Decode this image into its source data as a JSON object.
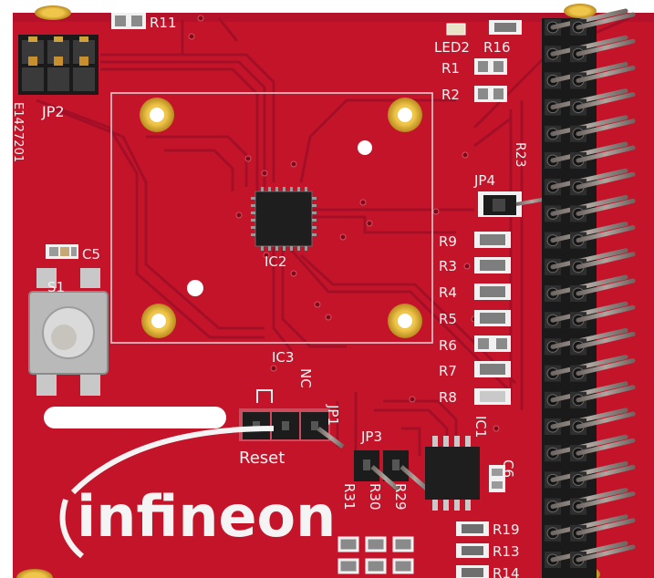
{
  "board": {
    "brand": "infineon",
    "colors": {
      "pcb": "#c4142a",
      "pcb_dark": "#9e1024",
      "trace": "#a8102a",
      "silk": "#f2f2f2",
      "gold": "#e1b437",
      "pin_black": "#1c1c1c",
      "pin_metal": "#8a7f7a",
      "chip": "#1e1e1e"
    },
    "labels": {
      "r11": "R11",
      "led2": "LED2",
      "r16": "R16",
      "r1": "R1",
      "r2": "R2",
      "jp2": "JP2",
      "serial": "E1427201",
      "r23": "R23",
      "jp4": "JP4",
      "c5": "C5",
      "s1": "S1",
      "ic2": "IC2",
      "r9": "R9",
      "r3": "R3",
      "r4": "R4",
      "r5": "R5",
      "r6": "R6",
      "r7": "R7",
      "r8": "R8",
      "ic3": "IC3",
      "nc": "NC",
      "jp1": "JP1",
      "reset": "Reset",
      "jp3": "JP3",
      "ic1": "IC1",
      "c6": "C6",
      "r31": "R31",
      "r30": "R30",
      "r29": "R29",
      "r19": "R19",
      "r13": "R13",
      "r14": "R14"
    }
  }
}
